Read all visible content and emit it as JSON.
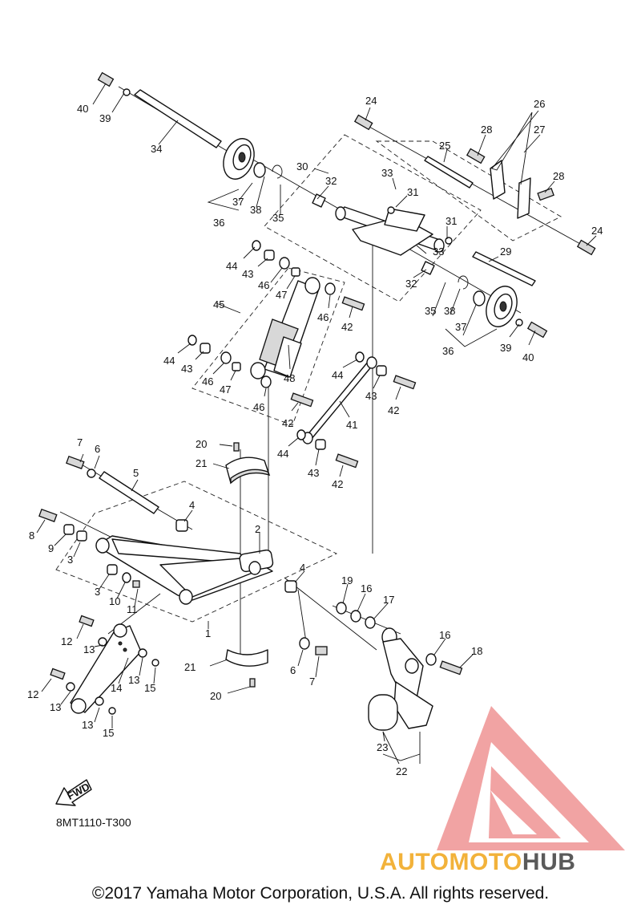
{
  "diagram": {
    "part_code": "8MT1110-T300",
    "fwd_label": "FWD",
    "copyright": "©2017 Yamaha Motor Corporation, U.S.A. All rights reserved.",
    "watermark": {
      "part1": "AUTOMOTO",
      "part2": "HUB",
      "color_accent": "#f2b23a",
      "color_dark": "#5a5a5a",
      "logo_color": "#f09a9a"
    },
    "callouts": [
      "1",
      "2",
      "3",
      "3",
      "4",
      "4",
      "5",
      "6",
      "6",
      "7",
      "7",
      "8",
      "9",
      "10",
      "11",
      "12",
      "12",
      "13",
      "13",
      "13",
      "13",
      "14",
      "15",
      "15",
      "16",
      "16",
      "17",
      "18",
      "19",
      "20",
      "20",
      "21",
      "21",
      "22",
      "23",
      "24",
      "24",
      "25",
      "26",
      "27",
      "28",
      "28",
      "29",
      "30",
      "31",
      "31",
      "32",
      "32",
      "33",
      "33",
      "34",
      "35",
      "35",
      "36",
      "36",
      "37",
      "37",
      "38",
      "38",
      "39",
      "39",
      "40",
      "40",
      "41",
      "42",
      "42",
      "42",
      "42",
      "43",
      "43",
      "43",
      "43",
      "44",
      "44",
      "44",
      "44",
      "45",
      "46",
      "46",
      "46",
      "47",
      "47",
      "48"
    ]
  }
}
